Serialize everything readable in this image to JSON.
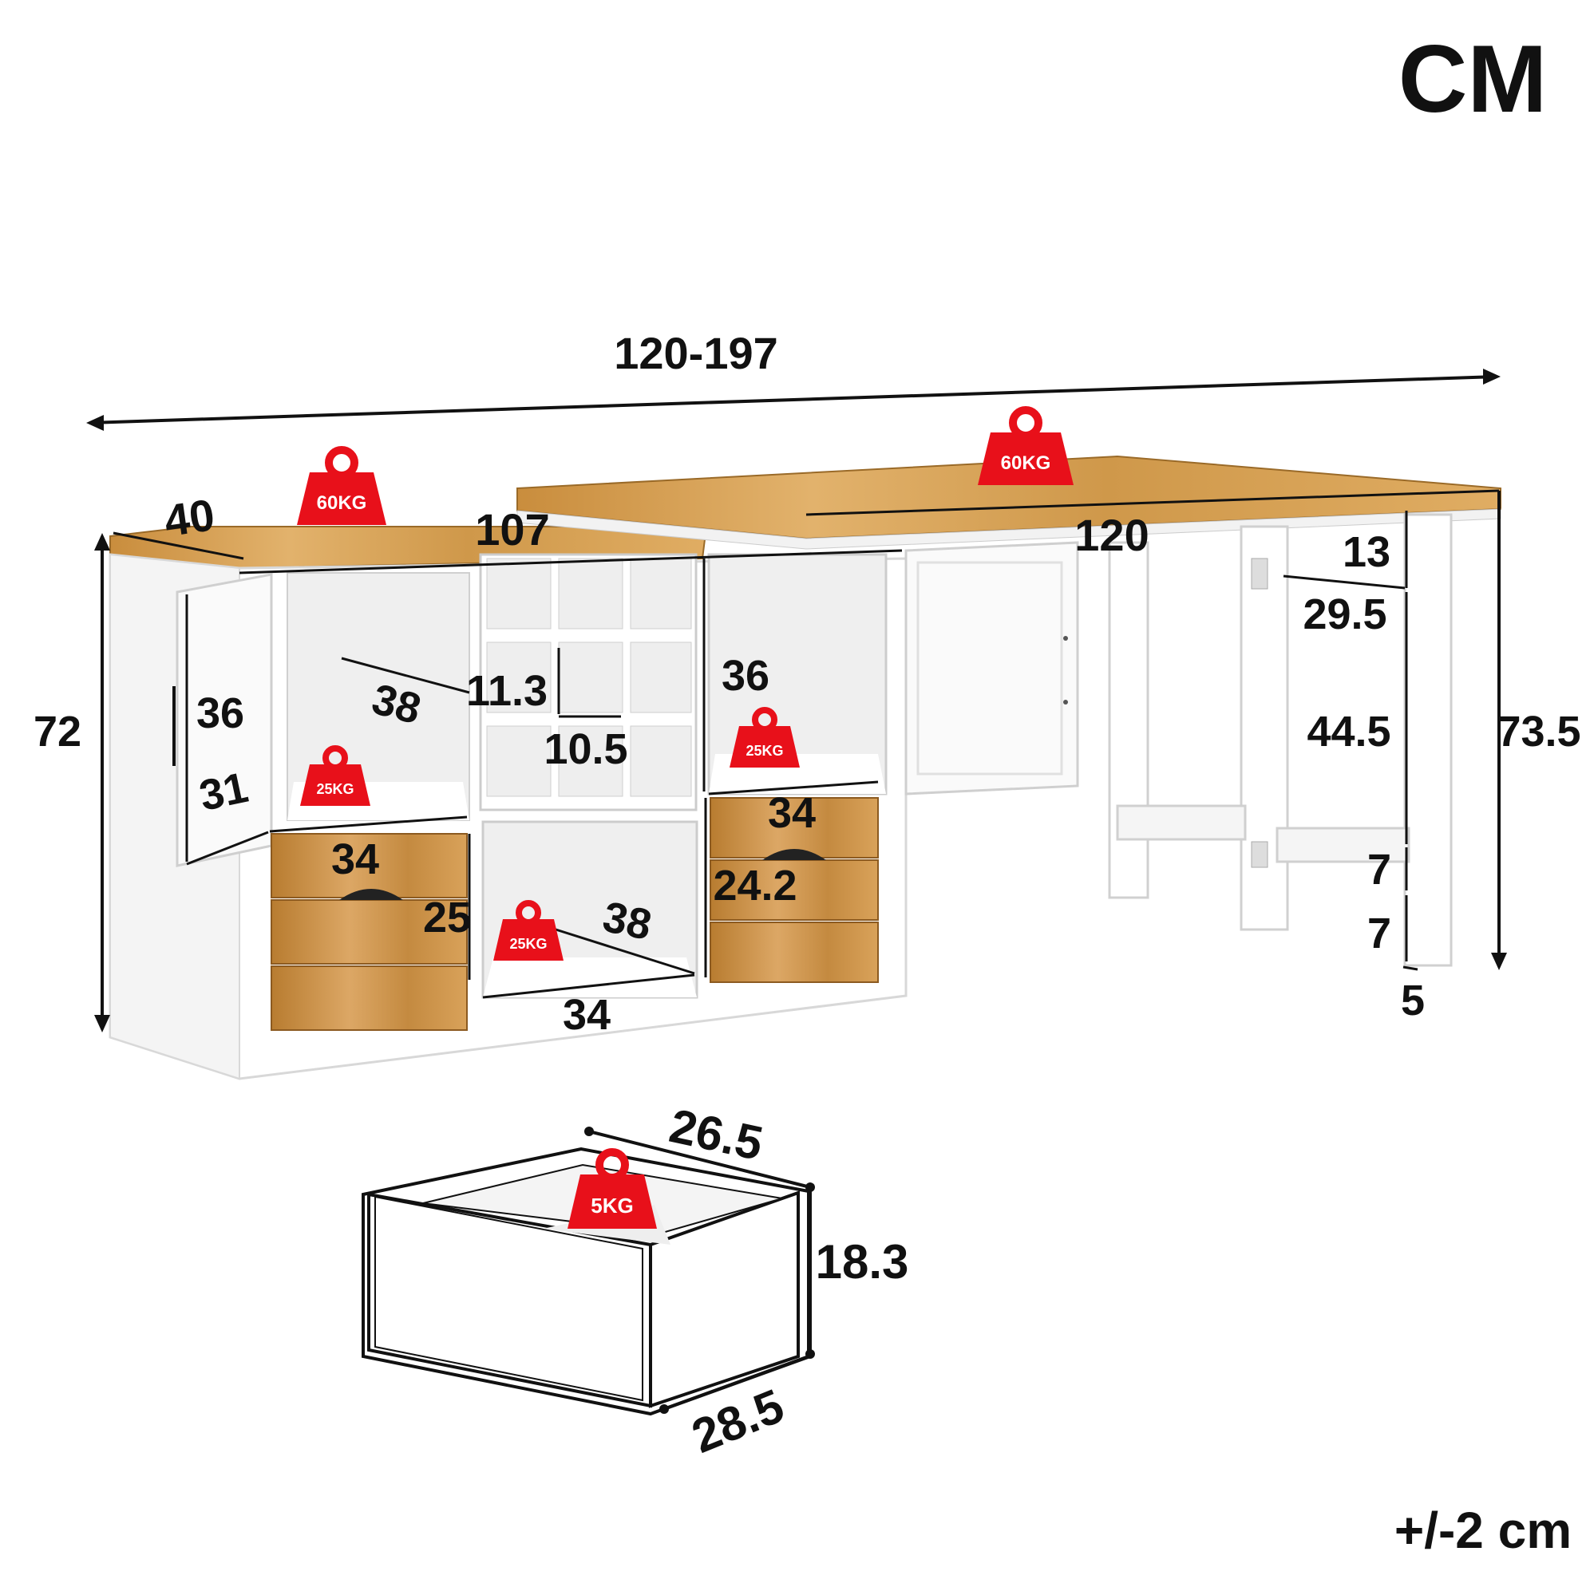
{
  "unit_label": "CM",
  "tolerance_note": "+/-2 cm",
  "dimensions": {
    "total_length": "120-197",
    "cabinet_depth": "40",
    "cabinet_width": "107",
    "desk_width": "120",
    "cabinet_height": "72",
    "desk_height": "73.5",
    "left_door_height": "36",
    "left_compartment_depth": "38",
    "left_compartment_bottom_depth": "31",
    "cubby_height": "11.3",
    "cubby_width": "10.5",
    "right_compartment_height": "36",
    "left_drawer_width": "34",
    "left_drawer_height": "25",
    "middle_compartment_depth": "38",
    "middle_compartment_width": "34",
    "right_drawer_width": "34",
    "right_drawer_height": "24.2",
    "leg_top_gap": "13",
    "leg_inner_width": "29.5",
    "leg_mid_height": "44.5",
    "leg_rail_height": "7",
    "leg_foot_height": "7",
    "leg_thickness": "5",
    "drawer_box_length": "26.5",
    "drawer_box_height": "18.3",
    "drawer_box_width": "28.5"
  },
  "load_badges": {
    "cabinet_top": "60KG",
    "desk_top": "60KG",
    "left_compartment": "25KG",
    "right_compartment": "25KG",
    "middle_compartment": "25KG",
    "drawer": "5KG"
  },
  "colors": {
    "wood": "#d9a55a",
    "wood_dark": "#b07a30",
    "white_panel": "#ffffff",
    "shadow_panel": "#f0f0f0",
    "badge_red": "#e8101a",
    "ink": "#111111"
  }
}
